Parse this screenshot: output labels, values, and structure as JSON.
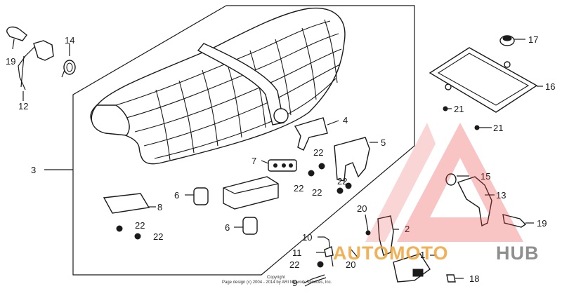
{
  "diagram": {
    "callouts": {
      "c1": "1",
      "c2": "2",
      "c3": "3",
      "c4": "4",
      "c5": "5",
      "c6a": "6",
      "c6b": "6",
      "c7": "7",
      "c8": "8",
      "c9": "9",
      "c10": "10",
      "c11": "11",
      "c12": "12",
      "c13": "13",
      "c14": "14",
      "c15": "15",
      "c16": "16",
      "c17": "17",
      "c18": "18",
      "c19a": "19",
      "c19b": "19",
      "c20a": "20",
      "c20b": "20",
      "c21a": "21",
      "c21b": "21",
      "c22a": "22",
      "c22b": "22",
      "c22c": "22",
      "c22d": "22",
      "c22e": "22",
      "c22f": "22",
      "c22g": "22"
    },
    "copyright": {
      "line1": "Copyright",
      "line2": "Page design (c) 2004 - 2014 by ARI Network Services, Inc."
    }
  },
  "watermark": {
    "part1": "AUTOMOTO",
    "part2": "HUB",
    "colors": {
      "auto": "#f0a33a",
      "hub": "#7c7c7c",
      "triangle": "#e8393a"
    }
  }
}
